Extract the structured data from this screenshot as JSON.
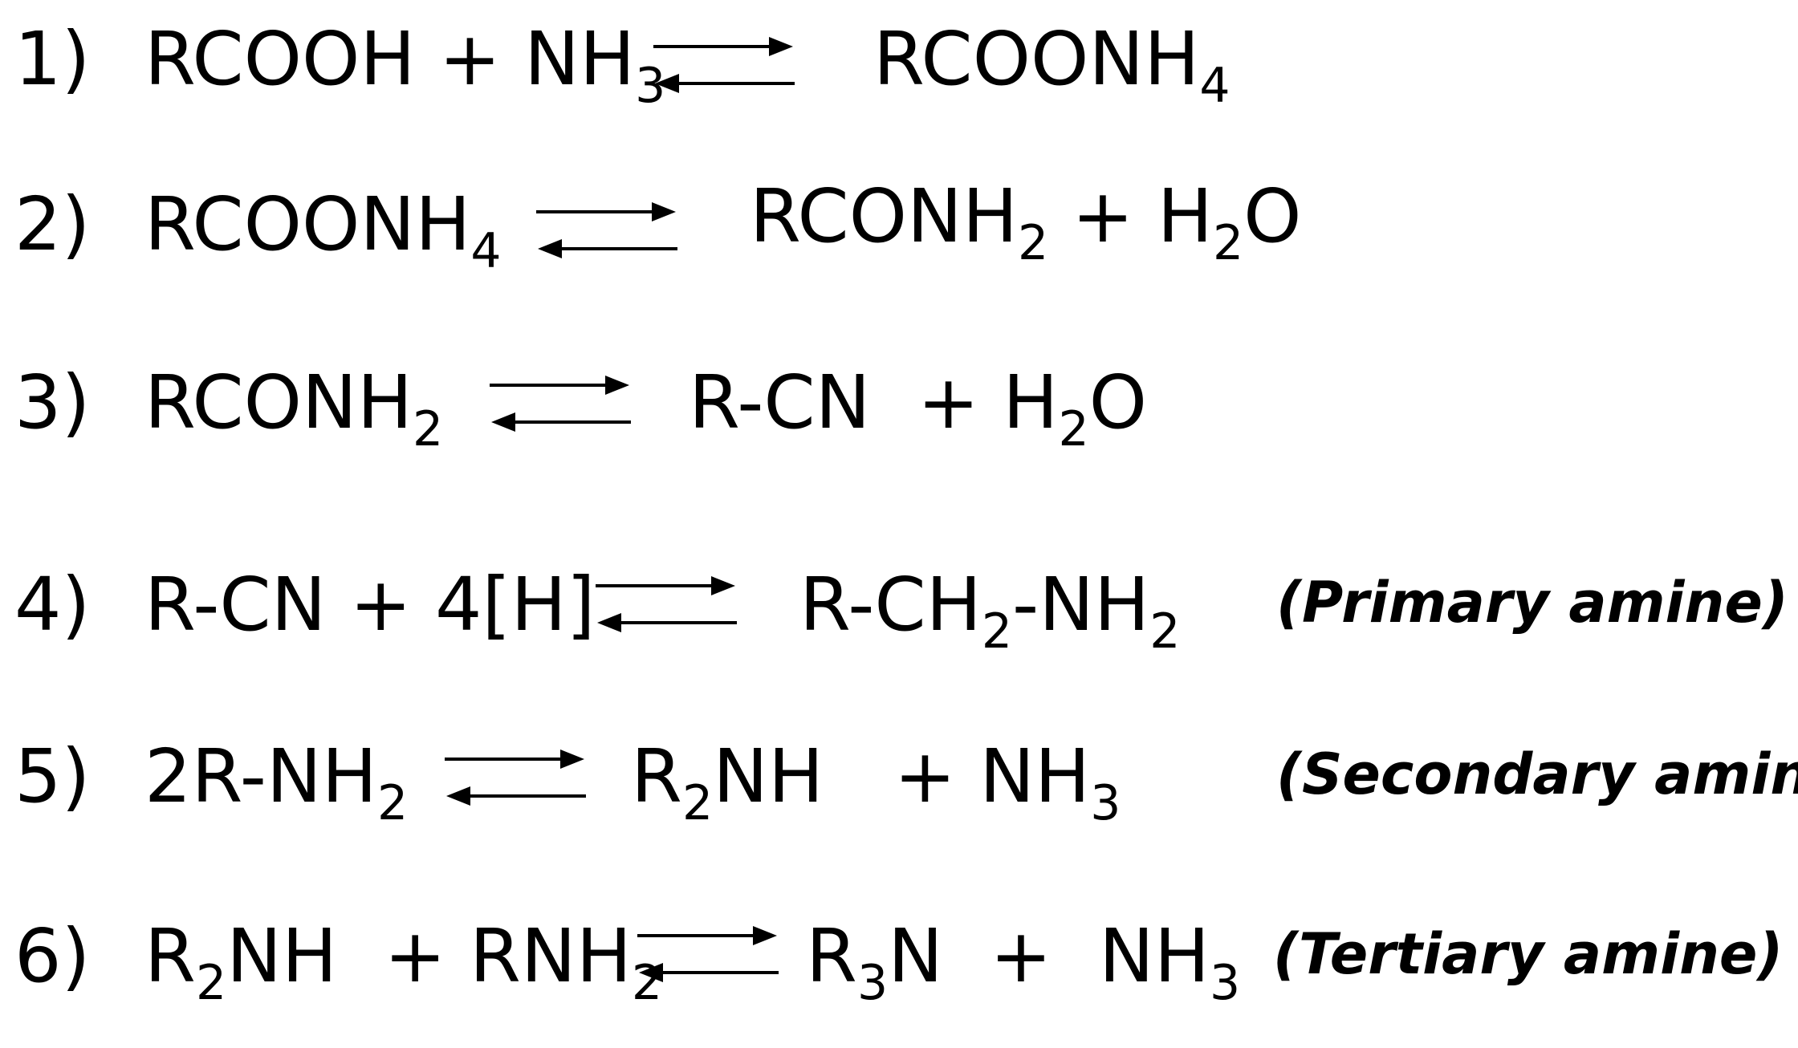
{
  "reactions": [
    {
      "label": "1)",
      "left": [
        {
          "t": "RCOOH + NH"
        },
        {
          "s": "3"
        }
      ],
      "right": [
        {
          "t": "RCOONH"
        },
        {
          "s": "4"
        }
      ],
      "note": ""
    },
    {
      "label": "2)",
      "left": [
        {
          "t": "RCOONH"
        },
        {
          "s": "4"
        }
      ],
      "right": [
        {
          "t": "RCONH"
        },
        {
          "s": "2"
        },
        {
          "t": " + H"
        },
        {
          "s": "2"
        },
        {
          "t": "O"
        }
      ],
      "note": ""
    },
    {
      "label": "3)",
      "left": [
        {
          "t": "RCONH"
        },
        {
          "s": "2"
        }
      ],
      "right": [
        {
          "t": "R-CN  + H"
        },
        {
          "s": "2"
        },
        {
          "t": "O"
        }
      ],
      "note": ""
    },
    {
      "label": "4)",
      "left": [
        {
          "t": "R-CN + 4[H]"
        }
      ],
      "right": [
        {
          "t": "R-CH"
        },
        {
          "s": "2"
        },
        {
          "t": "-NH"
        },
        {
          "s": "2"
        }
      ],
      "note": "(Primary amine)"
    },
    {
      "label": "5)",
      "left": [
        {
          "t": "2R-NH"
        },
        {
          "s": "2"
        }
      ],
      "right": [
        {
          "t": "R"
        },
        {
          "s": "2"
        },
        {
          "t": "NH   + NH"
        },
        {
          "s": "3"
        }
      ],
      "note": "(Secondary amine)"
    },
    {
      "label": "6)",
      "left": [
        {
          "t": "R"
        },
        {
          "s": "2"
        },
        {
          "t": "NH  + RNH"
        },
        {
          "s": "2"
        }
      ],
      "right": [
        {
          "t": "R"
        },
        {
          "s": "3"
        },
        {
          "t": "N  +  NH"
        },
        {
          "s": "3"
        }
      ],
      "note": "(Tertiary amine)"
    }
  ]
}
